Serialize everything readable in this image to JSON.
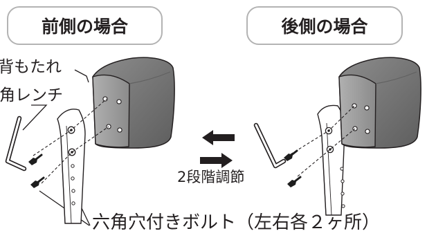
{
  "front_case": {
    "title": "前側の場合"
  },
  "rear_case": {
    "title": "後側の場合"
  },
  "labels": {
    "backrest": "背もたれ",
    "hex_wrench": "角レンチ",
    "adjustment_steps": "2段階調節",
    "hex_socket_bolts": "六角穴付きボルト（左右各２ヶ所）"
  }
}
